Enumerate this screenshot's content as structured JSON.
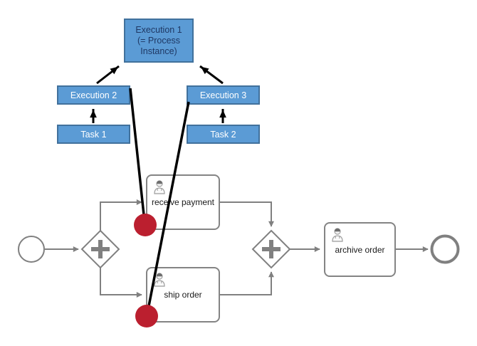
{
  "colors": {
    "blue_fill": "#5B9BD5",
    "blue_border": "#41719C",
    "exec1_text": "#1F3864",
    "gray": "#808080",
    "task_border": "#848484",
    "red": "#BB1F2F",
    "black": "#000000"
  },
  "execution_tree": {
    "execution1": {
      "lines": [
        "Execution 1",
        "(= Process",
        "Instance)"
      ]
    },
    "execution2": {
      "label": "Execution 2"
    },
    "execution3": {
      "label": "Execution 3"
    },
    "task1": {
      "label": "Task 1"
    },
    "task2": {
      "label": "Task 2"
    }
  },
  "process": {
    "tasks": [
      {
        "label": "receive payment"
      },
      {
        "label": "ship order"
      },
      {
        "label": "archive order"
      }
    ]
  }
}
